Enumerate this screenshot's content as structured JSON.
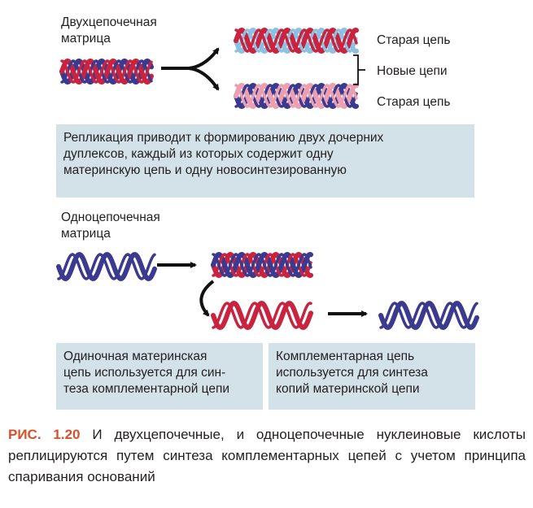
{
  "top": {
    "template_label": "Двухцепочечная\nматрица",
    "old_strand_top": "Старая цепь",
    "new_strands": "Новые цепи",
    "old_strand_bottom": "Старая цепь",
    "box_text": "Репликация приводит к формированию двух дочерних\nдуплексов, каждый из которых содержит одну\nматеринскую цепь и одну новосинтезированную"
  },
  "bottom": {
    "template_label": "Одноцепочечная\nматрица",
    "left_box": "Одиночная материнская\nцепь используется для син-\nтеза комплементарной цепи",
    "right_box": "Комплементарная цепь\nиспользуется для синтеза\nкопий материнской цепи"
  },
  "caption": {
    "figure_label": "РИС. 1.20",
    "text": " И двухцепочечные, и одноцепочечные нуклеиновые кислоты реплицируются путем синтеза комплементарных цепей с учетом принципа спаривания оснований"
  },
  "colors": {
    "old_strand": "#3b3a8f",
    "new_strand": "#c8243f",
    "new_strand_light": "#8ec1e0",
    "new_strand_pink": "#ec9fb1",
    "box_bg": "#d3e1e9",
    "accent": "#d94f2b"
  }
}
